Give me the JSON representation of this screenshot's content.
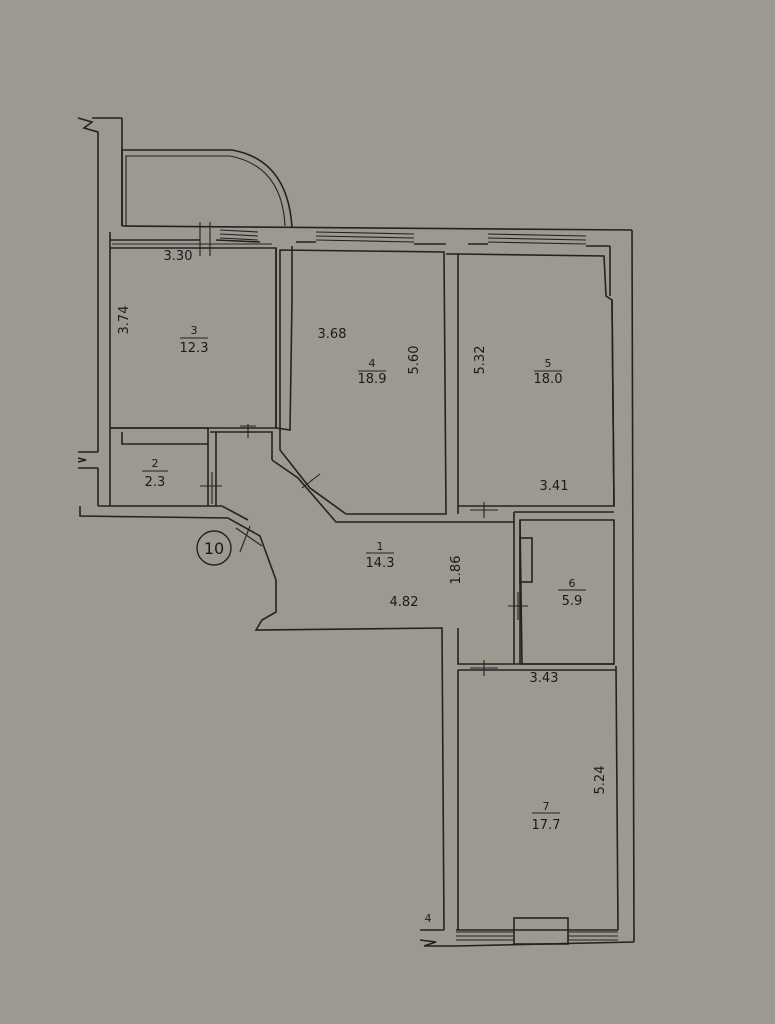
{
  "colors": {
    "paper": "#9c9a90",
    "ink": "#222222"
  },
  "rooms": [
    {
      "number": "3",
      "area": "12.3"
    },
    {
      "number": "4",
      "area": "18.9"
    },
    {
      "number": "5",
      "area": "18.0"
    },
    {
      "number": "2",
      "area": "2.3"
    },
    {
      "number": "1",
      "area": "14.3"
    },
    {
      "number": "6",
      "area": "5.9"
    },
    {
      "number": "7",
      "area": "17.7"
    }
  ],
  "dimensions": {
    "room3_width": "3.30",
    "room3_depth": "3.74",
    "room4_width": "3.68",
    "room4_depth": "5.60",
    "room5_depth": "5.32",
    "room5_width": "3.41",
    "hall_depth": "1.86",
    "hall_width": "4.82",
    "room7_width": "3.43",
    "room7_depth": "5.24"
  },
  "entrance_marker": "10",
  "corner_mark": "4"
}
